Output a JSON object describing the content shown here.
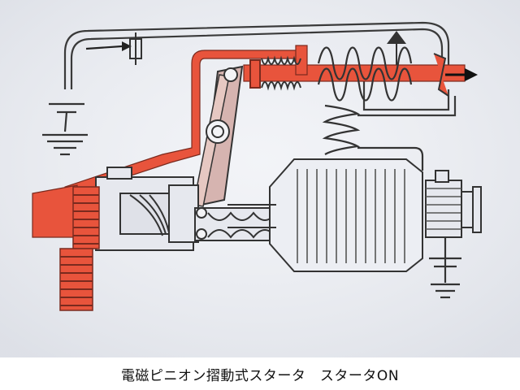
{
  "caption": {
    "text": "電磁ピニオン摺動式スタータ　スタータON"
  },
  "diagram": {
    "paper_color": "#eef0f5",
    "ink_color": "#3a3a3a",
    "highlight_color": "#e8543c",
    "components": [
      "battery-ground-left",
      "switch-arrow",
      "plunger-rod",
      "return-spring",
      "solenoid-coil",
      "shift-lever",
      "pinion-gear",
      "ring-gear",
      "one-way-clutch",
      "motor-armature",
      "commutator",
      "ground-right",
      "output-arrow"
    ]
  }
}
